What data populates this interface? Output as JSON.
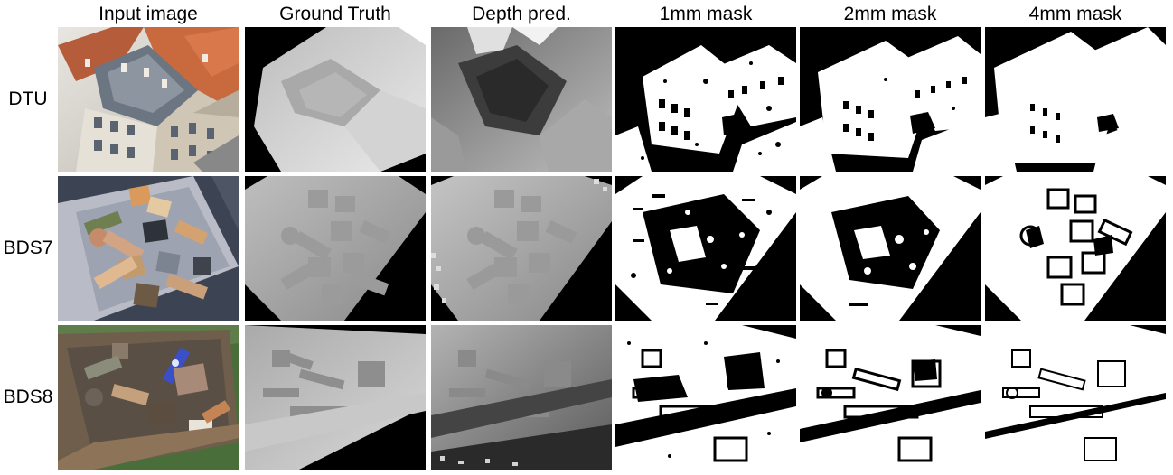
{
  "columns": [
    "Input image",
    "Ground Truth",
    "Depth pred.",
    "1mm mask",
    "2mm mask",
    "4mm mask"
  ],
  "rows": [
    "DTU",
    "BDS7",
    "BDS8"
  ]
}
